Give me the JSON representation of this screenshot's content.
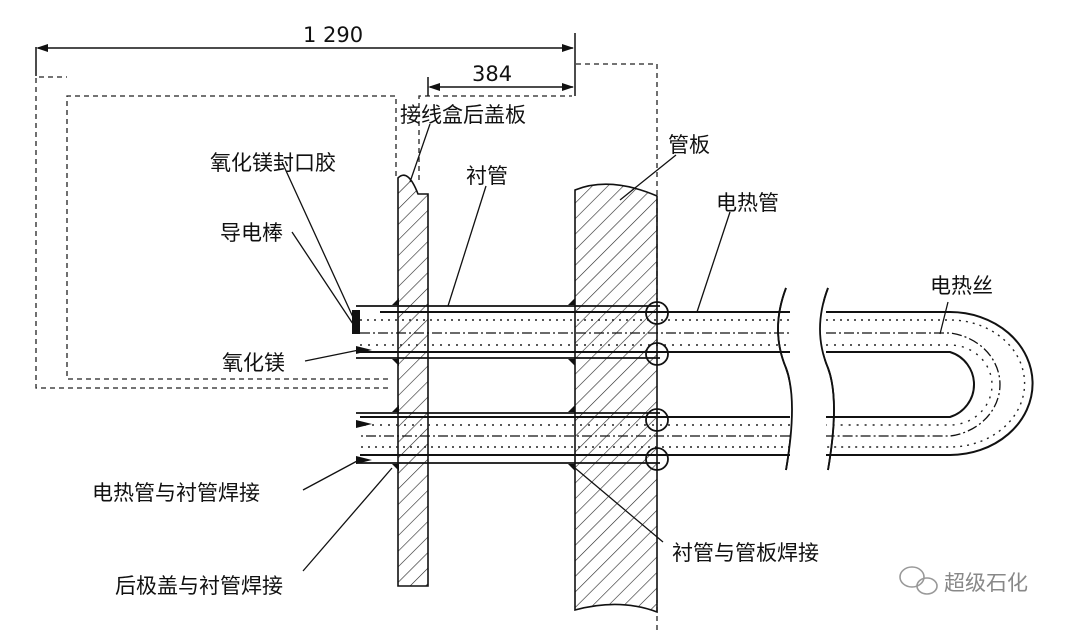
{
  "dimensions": {
    "total": "1 290",
    "inner": "384"
  },
  "labels": {
    "junction_box_back_cover": "接线盒后盖板",
    "tube_sheet": "管板",
    "mgo_seal_glue": "氧化镁封口胶",
    "liner_tube": "衬管",
    "heating_tube": "电热管",
    "conductive_rod": "导电棒",
    "heating_wire": "电热丝",
    "magnesium_oxide": "氧化镁",
    "weld_heating_tube_liner": "电热管与衬管焊接",
    "weld_liner_tube_sheet": "衬管与管板焊接",
    "weld_back_cover_liner": "后极盖与衬管焊接"
  },
  "watermark": {
    "text": "超级石化",
    "icon": "wechat-icon"
  }
}
